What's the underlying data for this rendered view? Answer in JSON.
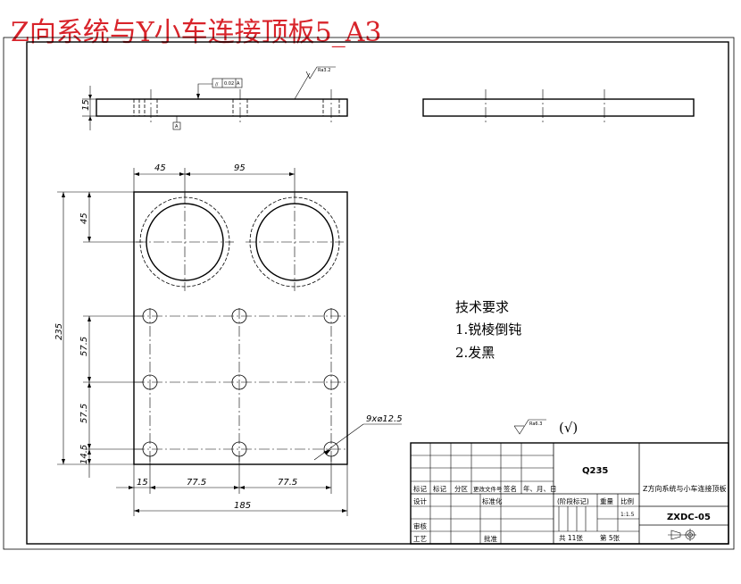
{
  "title": "Z向系统与Y小车连接顶板5_A3",
  "colors": {
    "title": "#d8232a",
    "line": "#000000",
    "background": "#ffffff"
  },
  "front_view": {
    "thickness_label": "15",
    "tolerance_symbol": "//",
    "tolerance_value": "0.02",
    "datum": "A",
    "roughness_value": "Ra3.2"
  },
  "plan_view": {
    "dim_top_left": "45",
    "dim_top_right": "95",
    "dim_left_45": "45",
    "dim_overall_height": "235",
    "dim_57_5_a": "57.5",
    "dim_57_5_b": "57.5",
    "dim_14_5": "14.5",
    "dim_bottom_15": "15",
    "dim_bottom_77_5_a": "77.5",
    "dim_bottom_77_5_b": "77.5",
    "dim_overall_width": "185",
    "hole_callout": "9x⌀12.5"
  },
  "tech_requirements": {
    "heading": "技术要求",
    "item1": "1.锐棱倒钝",
    "item2": "2.发黑"
  },
  "surface_finish": {
    "value": "Ra6.3",
    "suffix": "(√)"
  },
  "title_block": {
    "material": "Q235",
    "part_name": "Z方向系统与小车连接顶板",
    "drawing_no": "ZXDC-05",
    "scale_label": "比例",
    "weight_label": "重量",
    "scale_value": "1:1.5",
    "sheets": "共 11张",
    "sheet_no": "第 5张",
    "stage_label": "(阶段标记)",
    "row_header": {
      "c1": "标记",
      "c2": "标记",
      "c3": "分区",
      "c4": "更改文件号",
      "c5": "签名",
      "c6": "年、月、日"
    },
    "design": "设计",
    "standardize": "标准化",
    "review": "审核",
    "process": "工艺",
    "approve": "批准"
  }
}
